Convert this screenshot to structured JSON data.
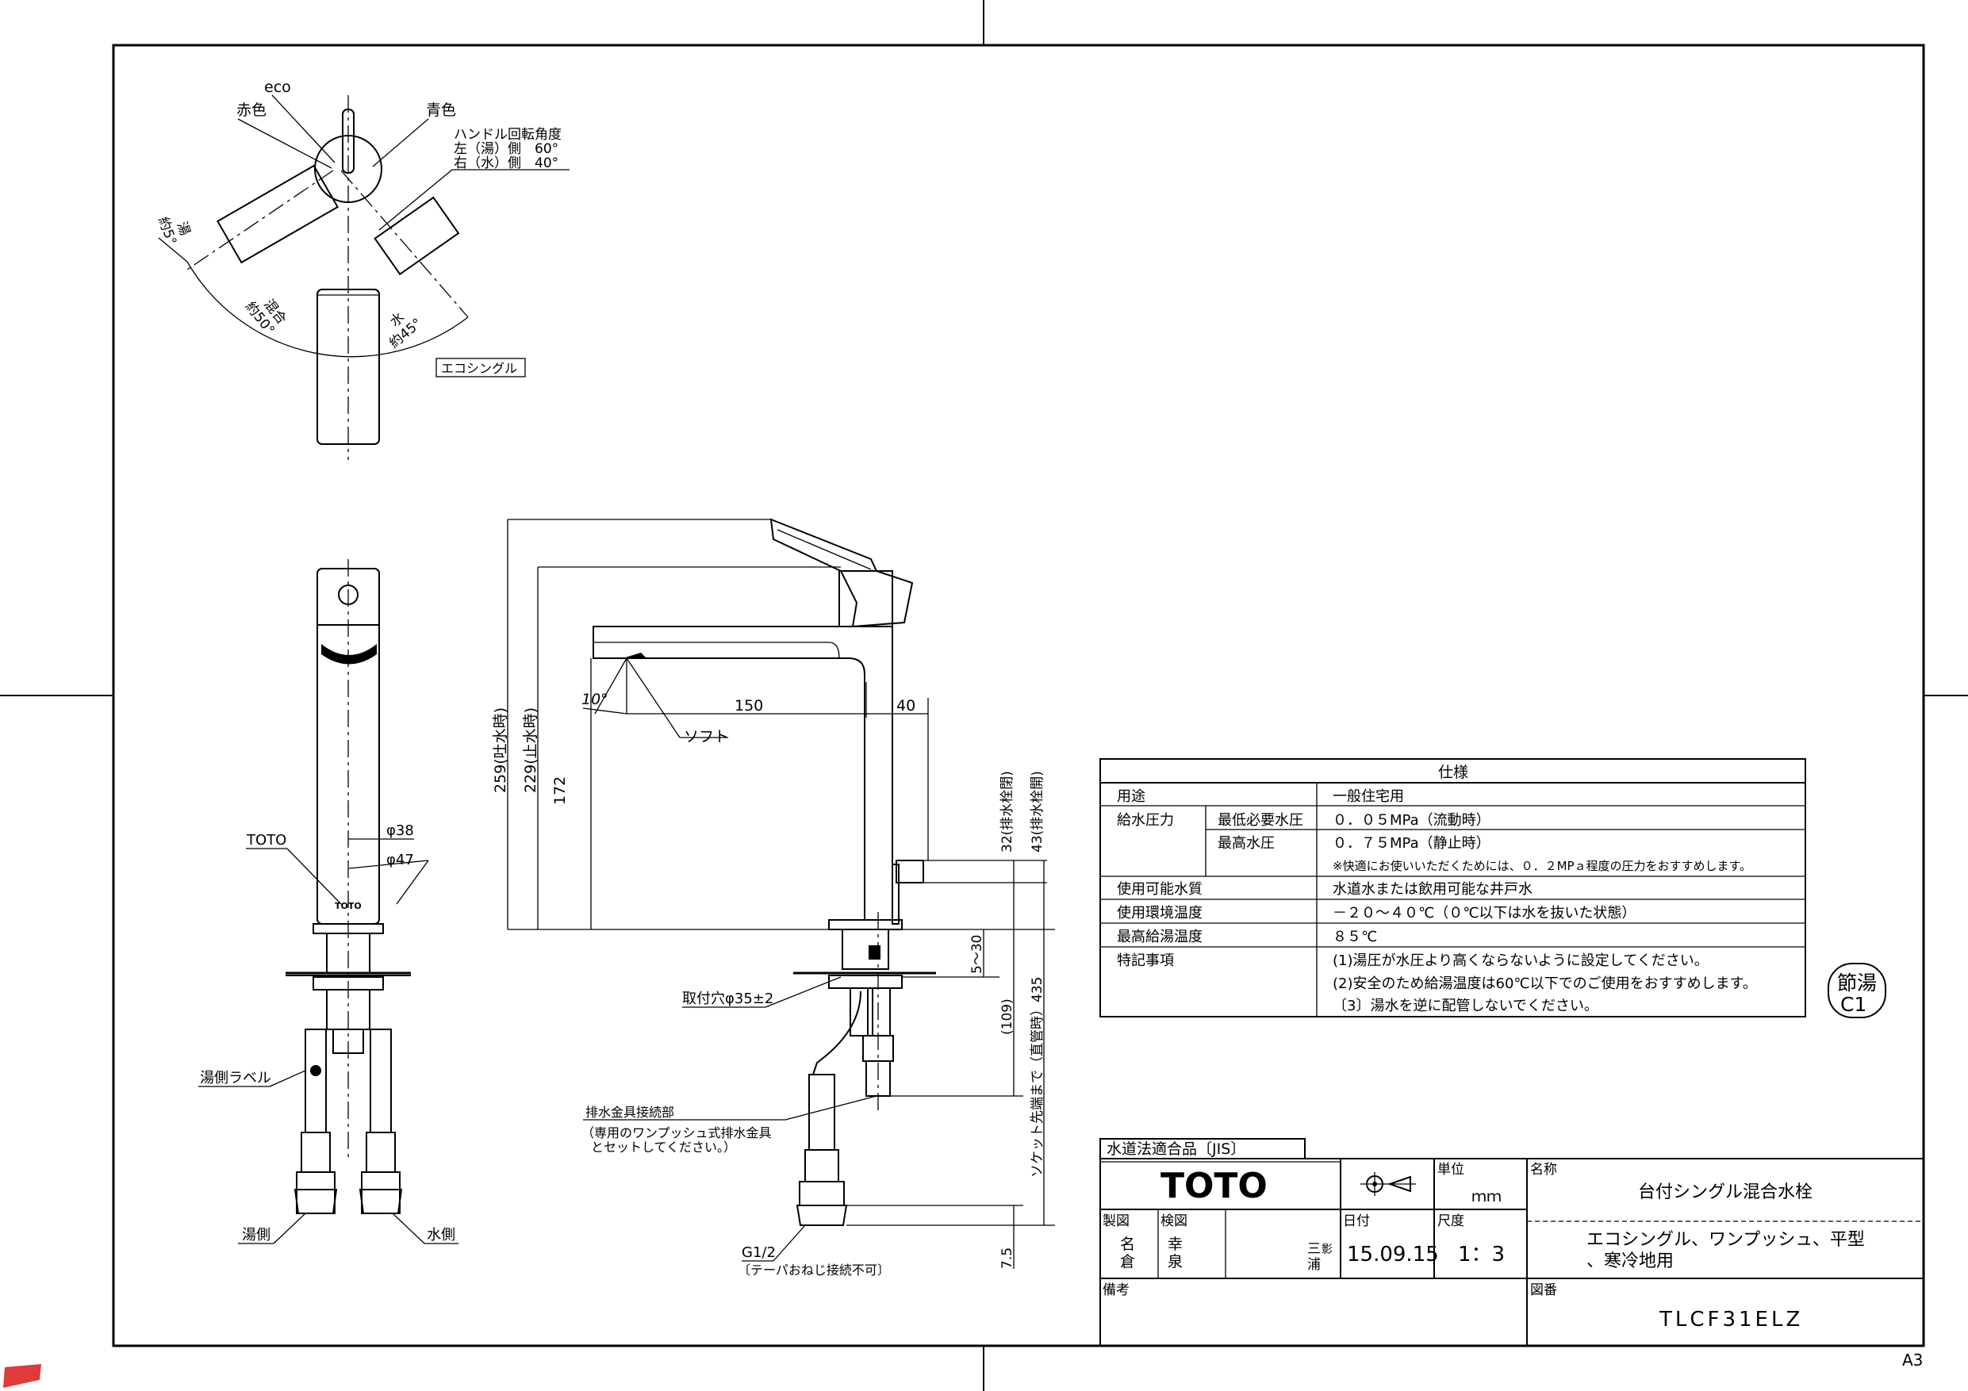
{
  "sheet": {
    "size": "A3"
  },
  "top_view": {
    "labels": {
      "eco": "eco",
      "red": "赤色",
      "blue": "青色",
      "rotation_title": "ハンドル回転角度",
      "rotation_left": "左（湯）側　60°",
      "rotation_right": "右（水）側　40°",
      "hot": "湯",
      "hot_deg": "約5°",
      "mix": "混合",
      "mix_deg": "約50°",
      "cold": "水",
      "cold_deg": "約45°",
      "eco_single": "エコシングル"
    }
  },
  "front_view": {
    "labels": {
      "toto": "TOTO",
      "phi38": "φ38",
      "phi47": "φ47",
      "hot_label": "湯側ラベル",
      "hot_side": "湯側",
      "cold_side": "水側",
      "logo_small": "TOTO"
    }
  },
  "side_view": {
    "labels": {
      "dim_259": "259(吐水時)",
      "dim_229": "229(止水時)",
      "dim_172": "172",
      "dim_150": "150",
      "dim_40": "40",
      "angle_10": "10°",
      "soft": "ソフト",
      "dim_32": "32(排水栓閉)",
      "dim_43": "43(排水栓開)",
      "dim_5_30": "5～30",
      "dim_109": "(109)",
      "dim_435": "ソケット先端まで（直管時）435",
      "mount_hole": "取付穴φ35±2",
      "drain_1": "排水金具接続部",
      "drain_2": "（専用のワンプッシュ式排水金具",
      "drain_3": "とセットしてください。）",
      "g12": "G1/2",
      "g12_note": "〔テーパおねじ接続不可〕",
      "dim_7_5": "7.5"
    }
  },
  "spec_table": {
    "title": "仕様",
    "rows": [
      {
        "label": "用途",
        "sub": "",
        "value": "一般住宅用"
      },
      {
        "label": "給水圧力",
        "sub": "最低必要水圧",
        "value": "０．０５MPa（流動時）"
      },
      {
        "label": "",
        "sub": "最高水圧",
        "value": "０．７５MPa（静止時）"
      },
      {
        "label": "",
        "sub": "",
        "value": "※快適にお使いいただくためには、０．２MPａ程度の圧力をおすすめします。"
      },
      {
        "label": "使用可能水質",
        "sub": "",
        "value": "水道水または飲用可能な井戸水"
      },
      {
        "label": "使用環境温度",
        "sub": "",
        "value": "－２０～４０℃（０℃以下は水を抜いた状態）"
      },
      {
        "label": "最高給湯温度",
        "sub": "",
        "value": "８５℃"
      },
      {
        "label": "特記事項",
        "sub": "",
        "value": "(1)湯圧が水圧より高くならないように設定してください。"
      },
      {
        "label": "",
        "sub": "",
        "value": "(2)安全のため給湯温度は60℃以下でのご使用をおすすめします。"
      },
      {
        "label": "",
        "sub": "",
        "value": "〔3〕湯水を逆に配管しないでください。"
      }
    ]
  },
  "badge": {
    "line1": "節湯",
    "line2": "C1"
  },
  "title_block": {
    "jis": "水道法適合品〔JIS〕",
    "logo": "TOTO",
    "unit_label": "単位",
    "unit": "ｍｍ",
    "name_label": "名称",
    "name": "台付シングル混合水栓",
    "desc_1": "エコシングル、ワンプッシュ、平型",
    "desc_2": "、寒冷地用",
    "drawn_label": "製図",
    "drawn_1": "名",
    "drawn_2": "倉",
    "checked_label": "検図",
    "checked_1": "幸",
    "checked_2": "泉",
    "approved_1": "三",
    "approved_2": "浦",
    "approved_mark": "影",
    "date_label": "日付",
    "date": "15.09.15",
    "scale_label": "尺度",
    "scale": "1：3",
    "remarks_label": "備考",
    "dwg_label": "図番",
    "dwg_no": "TLCF31ELZ"
  }
}
